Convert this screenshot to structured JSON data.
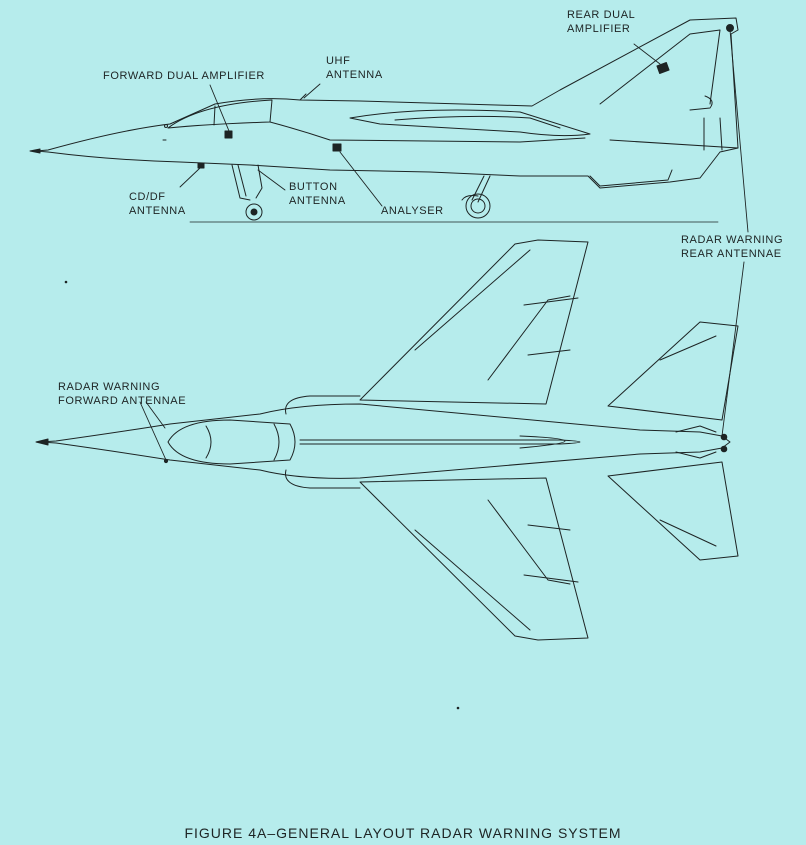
{
  "labels": {
    "rear_dual_amplifier": [
      "REAR DUAL",
      "AMPLIFIER"
    ],
    "uhf_antenna": [
      "UHF",
      "ANTENNA"
    ],
    "forward_dual_amplifier": [
      "FORWARD DUAL AMPLIFIER"
    ],
    "cd_df_antenna": [
      "CD/DF",
      "ANTENNA"
    ],
    "button_antenna": [
      "BUTTON",
      "ANTENNA"
    ],
    "analyser": [
      "ANALYSER"
    ],
    "radar_warning_rear_antennae": [
      "RADAR WARNING",
      "REAR ANTENNAE"
    ],
    "radar_warning_forward_antennae": [
      "RADAR WARNING",
      "FORWARD ANTENNAE"
    ]
  },
  "caption": "FIGURE 4A–GENERAL LAYOUT RADAR WARNING SYSTEM",
  "colors": {
    "background": "#b6ecec",
    "line": "#1d2424"
  }
}
